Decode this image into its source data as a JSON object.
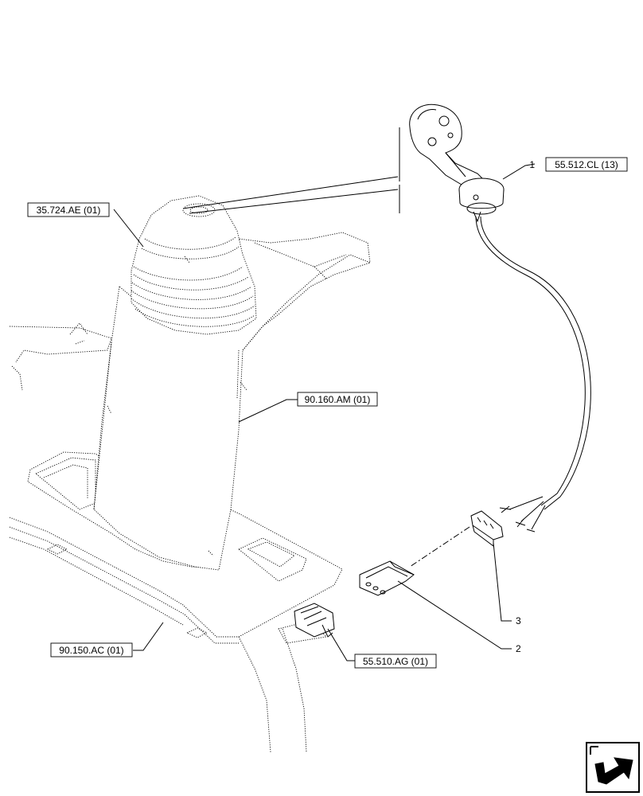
{
  "references": {
    "joystick_ref": "55.512.CL (13)",
    "boot_ref": "35.724.AE (01)",
    "console_ref": "90.160.AM (01)",
    "floor_ref": "90.150.AC (01)",
    "harness_ref": "55.510.AG (01)"
  },
  "callouts": {
    "item1": "1",
    "item2": "2",
    "item3": "3"
  },
  "icons": {
    "nav_icon": "next-page-arrow-icon"
  },
  "colors": {
    "line": "#000000",
    "background": "#ffffff"
  }
}
